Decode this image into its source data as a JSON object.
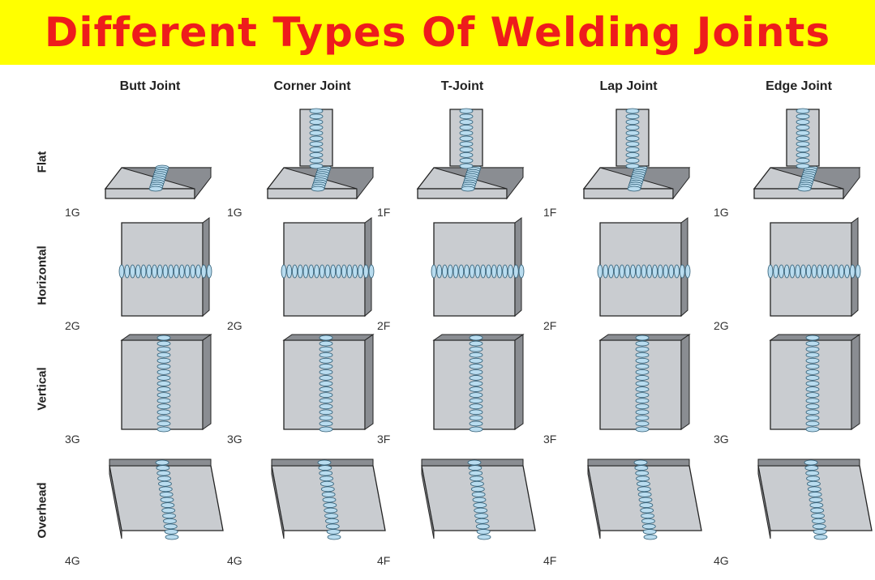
{
  "title": "Different Types Of Welding Joints",
  "colors": {
    "banner": "#ffff00",
    "title": "#ee1c1c",
    "plate": "#c9ccd0",
    "plate_edge": "#8a8d92",
    "weld": "#b9dcef"
  },
  "columns": [
    "Butt Joint",
    "Corner Joint",
    "T-Joint",
    "Lap Joint",
    "Edge Joint"
  ],
  "rows": [
    {
      "label": "Flat",
      "codes": [
        "1G",
        "1G",
        "1F",
        "1F",
        "1G"
      ]
    },
    {
      "label": "Horizontal",
      "codes": [
        "2G",
        "2G",
        "2F",
        "2F",
        "2G"
      ]
    },
    {
      "label": "Vertical",
      "codes": [
        "3G",
        "3G",
        "3F",
        "3F",
        "3G"
      ]
    },
    {
      "label": "Overhead",
      "codes": [
        "4G",
        "4G",
        "4F",
        "4F",
        "4G"
      ]
    }
  ]
}
